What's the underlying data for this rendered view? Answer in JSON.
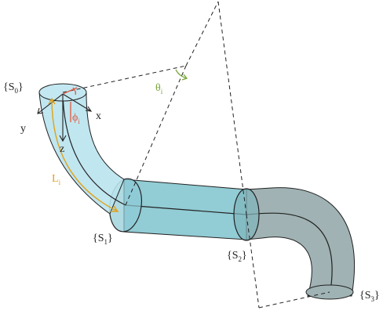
{
  "frames": [
    {
      "base": "{S",
      "index": "0",
      "close": "}"
    },
    {
      "base": "{S",
      "index": "1",
      "close": "}"
    },
    {
      "base": "{S",
      "index": "2",
      "close": "}"
    },
    {
      "base": "{S",
      "index": "3",
      "close": "}"
    }
  ],
  "axes": {
    "x": "x",
    "y": "y",
    "z": "z"
  },
  "angles": {
    "phi": {
      "symbol": "ϕ",
      "index": "i"
    },
    "theta": {
      "symbol": "θ",
      "index": "i"
    }
  },
  "length": {
    "symbol": "L",
    "index": "i"
  },
  "colors": {
    "section1": "#b9e3ee",
    "section2": "#86c6d0",
    "section3": "#8fa4a6",
    "phi": "#e2583e",
    "length": "#e0a21a",
    "theta": "#7aa83a"
  }
}
